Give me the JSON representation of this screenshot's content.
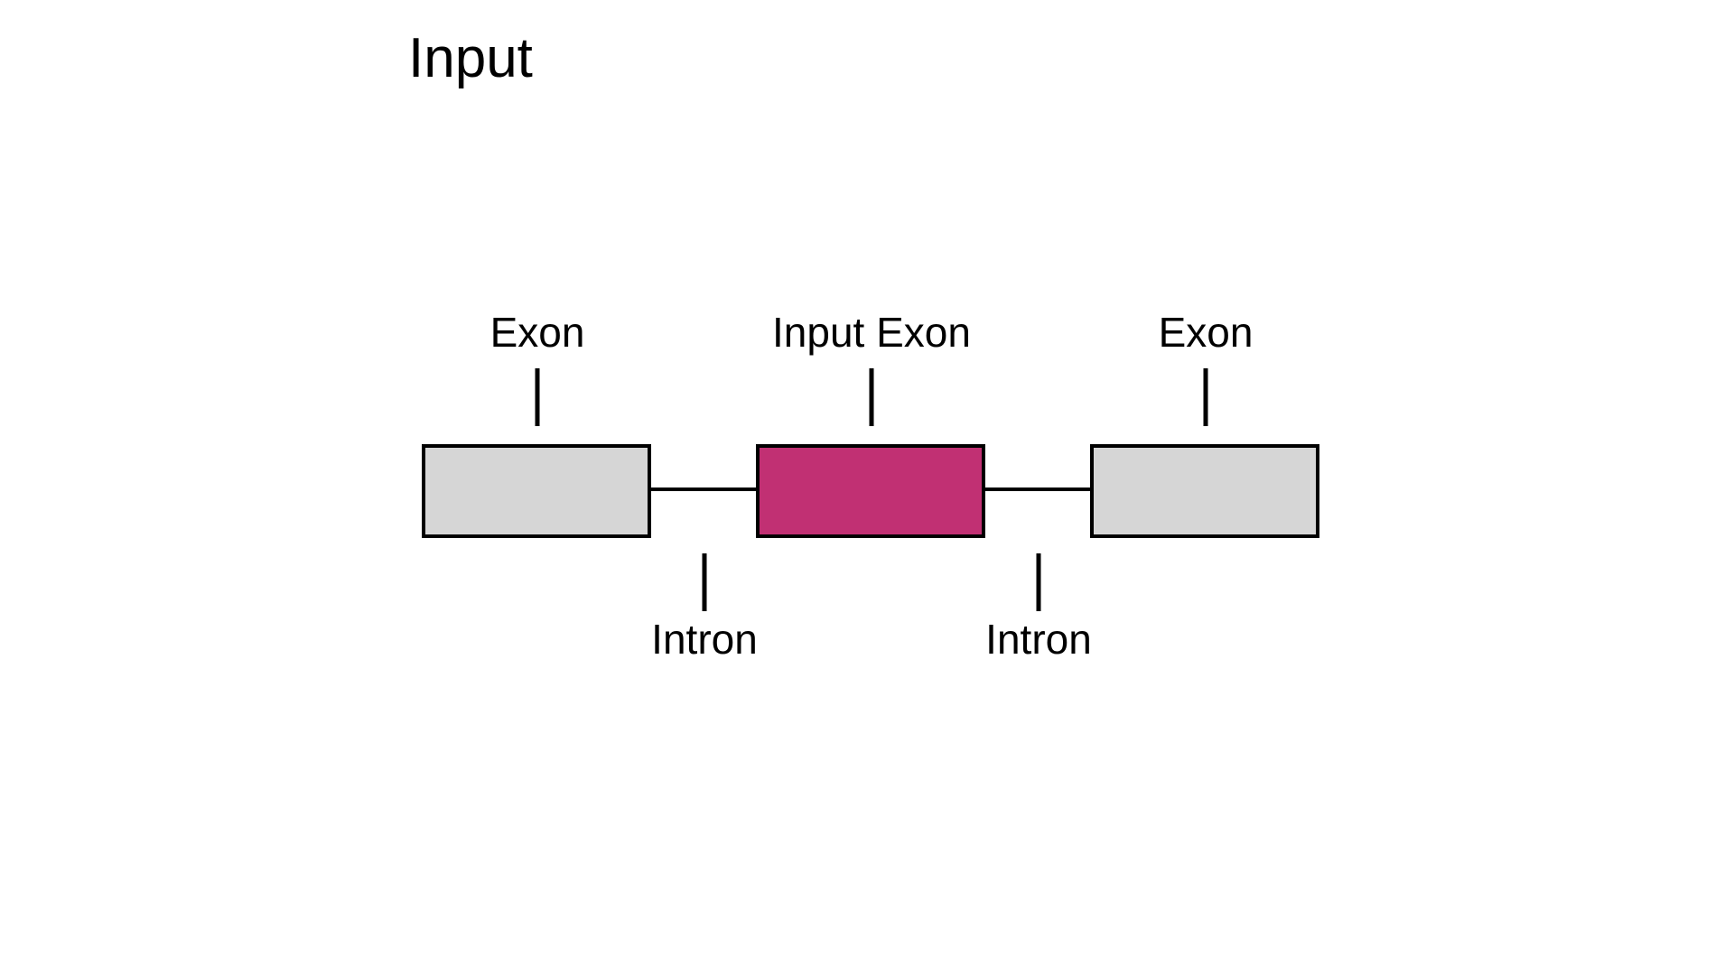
{
  "title": "Input",
  "colors": {
    "exon_fill": "#d6d6d6",
    "input_exon_fill": "#c13073",
    "outline": "#000000",
    "background": "#ffffff"
  },
  "diagram": {
    "exons": [
      {
        "label": "Exon",
        "role": "flanking"
      },
      {
        "label": "Input Exon",
        "role": "input"
      },
      {
        "label": "Exon",
        "role": "flanking"
      }
    ],
    "introns": [
      {
        "label": "Intron"
      },
      {
        "label": "Intron"
      }
    ]
  }
}
